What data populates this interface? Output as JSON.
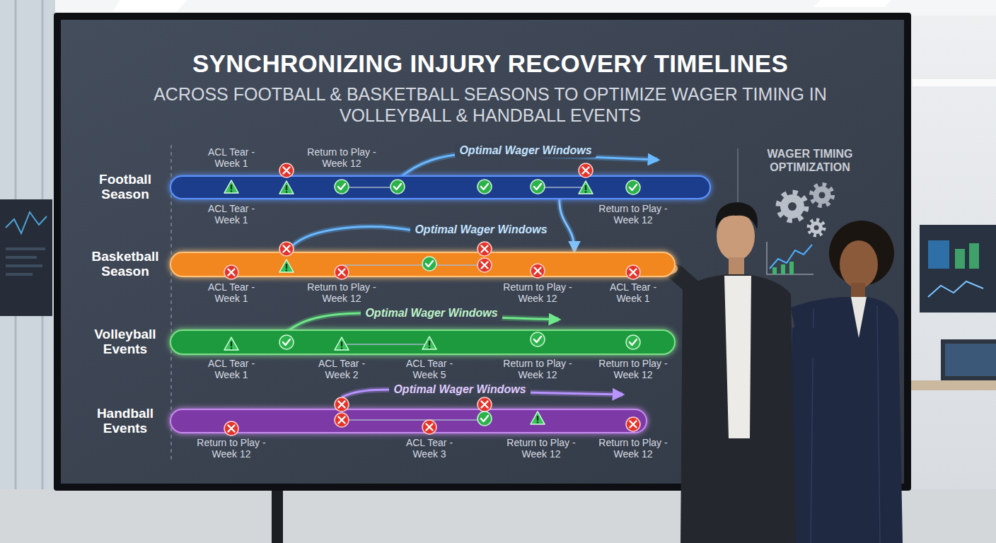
{
  "diagram": {
    "title": "SYNCHRONIZING INJURY RECOVERY TIMELINES",
    "nodes": [
      {
        "text": [
          "Football Season"
        ]
      },
      {
        "text": [
          "Basketball Season"
        ]
      },
      {
        "text": [
          "Volleyball Events"
        ]
      },
      {
        "text": [
          "Handball Events"
        ]
      }
    ],
    "edges": [
      {
        "from": 0,
        "to": 1,
        "label": "Optimal Wager Windows",
        "arrow": "to"
      }
    ],
    "labels": [
      "ACROSS FOOTBALL & BASKETBALL SEASONS TO OPTIMIZE WAGER TIMING IN VOLLEYBALL & HANDBALL EVENTS",
      "ACL Tear - Week 1",
      "Return to Play - Week 12",
      "Optimal Wager Windows",
      "ACL Tear - Week 1",
      "Return to Play - Week 12",
      "ACL Tear - Week 1",
      "Return to Play - Week 12",
      "Return to Play - Week 12",
      "ACL Tear - Week 1",
      "Optimal Wager Windows",
      "ACL Tear - Week 1",
      "ACL Tear - Week 2",
      "ACL Tear - Week 5",
      "Return to Play - Week 12",
      "Return to Play - Week 12",
      "Optimal Wager Windows",
      "Return to Play - Week 12",
      "ACL Tear - Week 3",
      "Return to Play - Week 12",
      "Return to Play - Week 12",
      "WAGER TIMING OPTIMIZATION"
    ]
  }
}
